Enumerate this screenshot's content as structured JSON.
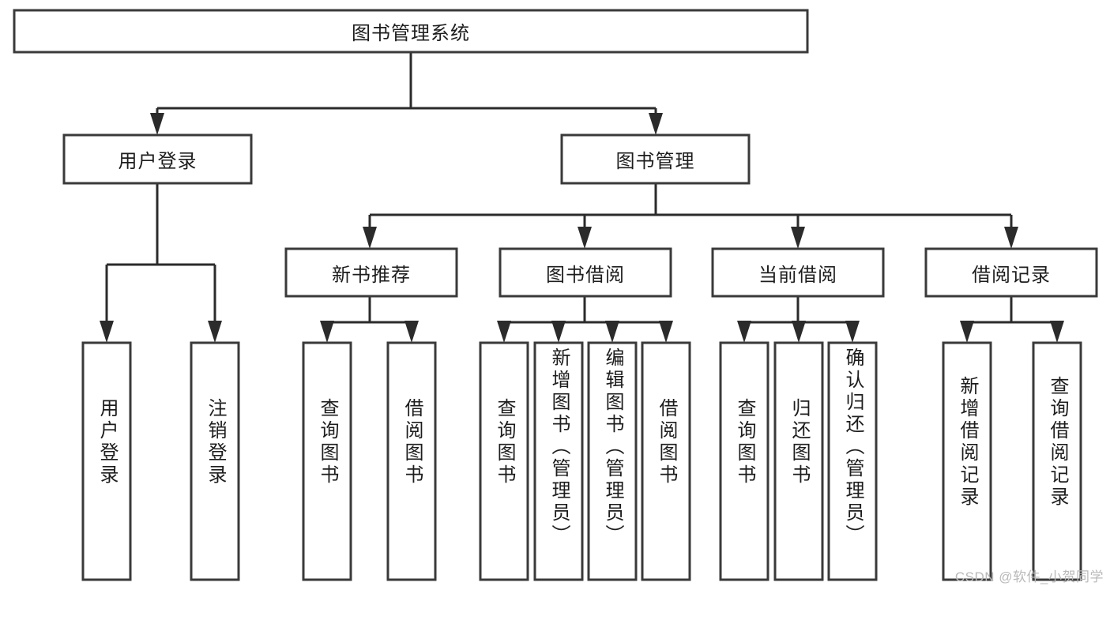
{
  "diagram": {
    "title": "图书管理系统",
    "type": "tree-hierarchy-diagram",
    "colors": {
      "box_stroke": "#3a3a3a",
      "box_fill": "#ffffff",
      "edge": "#2b2b2b",
      "text": "#1d1d1d",
      "watermark": "#b9b9b9",
      "background": "#ffffff"
    },
    "root": {
      "label": "图书管理系统"
    },
    "level2": [
      {
        "id": "user-login",
        "label": "用户登录"
      },
      {
        "id": "book-management",
        "label": "图书管理"
      }
    ],
    "level3": [
      {
        "id": "new-book-recommend",
        "label": "新书推荐"
      },
      {
        "id": "book-borrow",
        "label": "图书借阅"
      },
      {
        "id": "current-borrow",
        "label": "当前借阅"
      },
      {
        "id": "borrow-record",
        "label": "借阅记录"
      }
    ],
    "leaves": {
      "user_login": [
        {
          "id": "leaf-user-login",
          "label": "用户登录"
        },
        {
          "id": "leaf-logout-login",
          "label": "注销登录"
        }
      ],
      "new_book_recommend": [
        {
          "id": "leaf-query-book-1",
          "label": "查询图书"
        },
        {
          "id": "leaf-borrow-book-1",
          "label": "借阅图书"
        }
      ],
      "book_borrow": [
        {
          "id": "leaf-query-book-2",
          "label": "查询图书"
        },
        {
          "id": "leaf-add-book",
          "label": "新增图书（管理员）"
        },
        {
          "id": "leaf-edit-book",
          "label": "编辑图书（管理员）"
        },
        {
          "id": "leaf-borrow-book-2",
          "label": "借阅图书"
        }
      ],
      "current_borrow": [
        {
          "id": "leaf-query-book-3",
          "label": "查询图书"
        },
        {
          "id": "leaf-return-book",
          "label": "归还图书"
        },
        {
          "id": "leaf-confirm-return",
          "label": "确认归还（管理员）"
        }
      ],
      "borrow_record": [
        {
          "id": "leaf-add-record",
          "label": "新增借阅记录"
        },
        {
          "id": "leaf-query-record",
          "label": "查询借阅记录"
        }
      ]
    }
  },
  "watermark": {
    "text": "CSDN @软件_小贺同学"
  }
}
